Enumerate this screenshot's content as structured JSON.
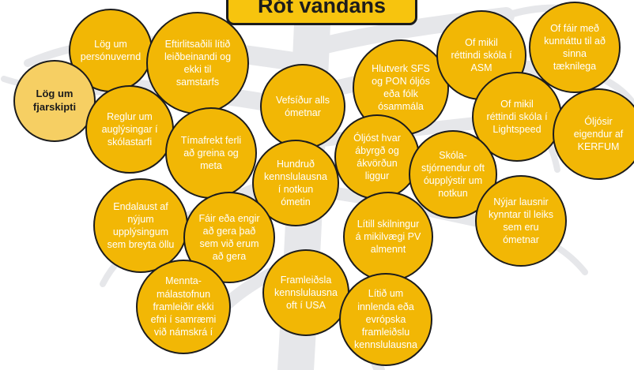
{
  "title": "Rót vandans",
  "colors": {
    "bubble": "#f2b705",
    "highlight": "#f6cf63",
    "outline": "#1c1c1c",
    "roots": "#e6e7ea",
    "title_box": "#f7c40e"
  },
  "nodes": [
    {
      "id": "log-um-personuvernd",
      "text": "Lög um\npersónuvernd"
    },
    {
      "id": "eftirlitsadili",
      "text": "Eftirlitsaðili lítið\nleiðbeinandi og\nekki til\nsamstarfs"
    },
    {
      "id": "log-um-fjarskipti",
      "text": "Lög um\nfjarskipti"
    },
    {
      "id": "reglur-um-auglysingar",
      "text": "Reglur um\nauglýsingar í\nskólastarfi"
    },
    {
      "id": "timafrekt-ferli",
      "text": "Tímafrekt ferli\nað greina og\nmeta"
    },
    {
      "id": "vefsidur",
      "text": "Vefsíður alls\nómetnar"
    },
    {
      "id": "hlutverk-sfs",
      "text": "Hlutverk SFS\nog PON óljós\neða fólk\nósammála"
    },
    {
      "id": "of-mikil-asm",
      "text": "Of mikil\nréttindi skóla í\nASM"
    },
    {
      "id": "of-fair",
      "text": "Of fáir með\nkunnáttu til að\nsinna\ntæknilega"
    },
    {
      "id": "of-mikil-lightspeed",
      "text": "Of mikil\nréttindi skóla í\nLightspeed"
    },
    {
      "id": "oljosir-eigendur",
      "text": "Óljósir\neigendur af\nKERFUM"
    },
    {
      "id": "hundrud-kennslulausna",
      "text": "Hundruð\nkennslulausna\ní notkun\nómetin"
    },
    {
      "id": "oljost-hvar",
      "text": "Óljóst hvar\nábyrgð og\nákvörðun\nliggur"
    },
    {
      "id": "skolastjornendur",
      "text": "Skóla-\nstjórnendur oft\nóupplýstir um\nnotkun"
    },
    {
      "id": "endalaust",
      "text": "Endalaust af\nnýjum\nupplýsingum\nsem breyta öllu"
    },
    {
      "id": "fair-eda-engir",
      "text": "Fáir eða engir\nað gera það\nsem við erum\nað gera"
    },
    {
      "id": "nyjar-lausnir",
      "text": "Nýjar lausnir\nkynntar til leiks\nsem eru\nómetnar"
    },
    {
      "id": "litill-skilningur",
      "text": "Lítill skilningur\ná mikilvægi PV\nalmennt"
    },
    {
      "id": "menntamalastofnun",
      "text": "Mennta-\nmálastofnun\nframleiðir ekki\nefni í samræmi\nvið námskrá í"
    },
    {
      "id": "framleidsla",
      "text": "Framleiðsla\nkennslulausna\noft í USA"
    },
    {
      "id": "litid-um-innlenda",
      "text": "Lítið um\ninnlenda eða\nevrópska\nframleiðslu\nkennslulausna"
    }
  ]
}
